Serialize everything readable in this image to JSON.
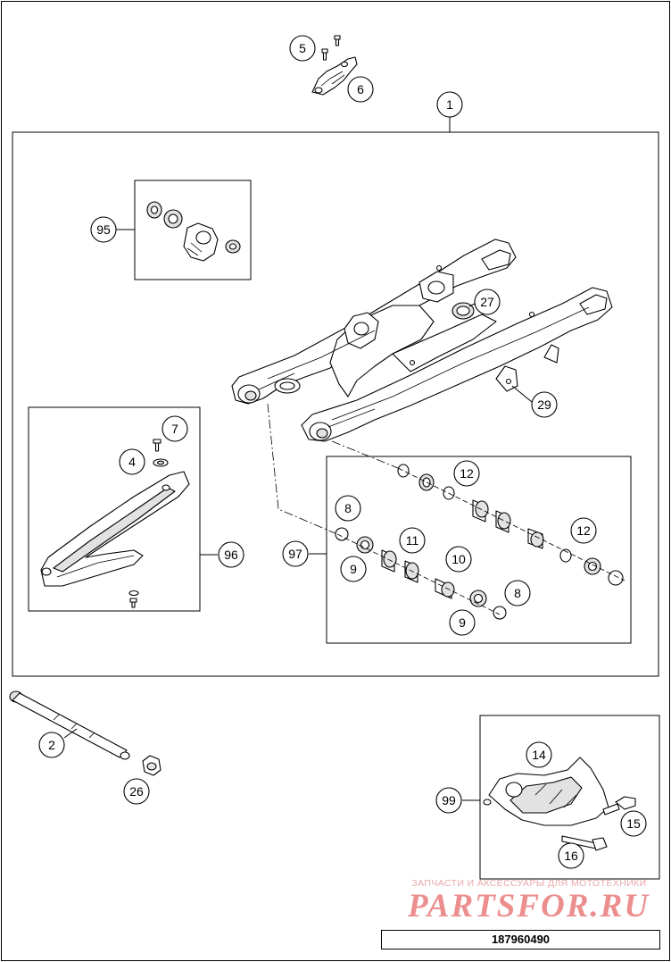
{
  "callouts": [
    "1",
    "2",
    "4",
    "5",
    "6",
    "7",
    "8",
    "8",
    "9",
    "9",
    "10",
    "11",
    "12",
    "12",
    "14",
    "15",
    "16",
    "26",
    "27",
    "29",
    "95",
    "96",
    "97",
    "99"
  ],
  "watermark": {
    "tagline": "ЗАПЧАСТИ И АКСЕССУАРЫ ДЛЯ МОТОТЕХНИКИ",
    "brand": "PARTSFOR.RU"
  },
  "drawing_number": "187960490"
}
